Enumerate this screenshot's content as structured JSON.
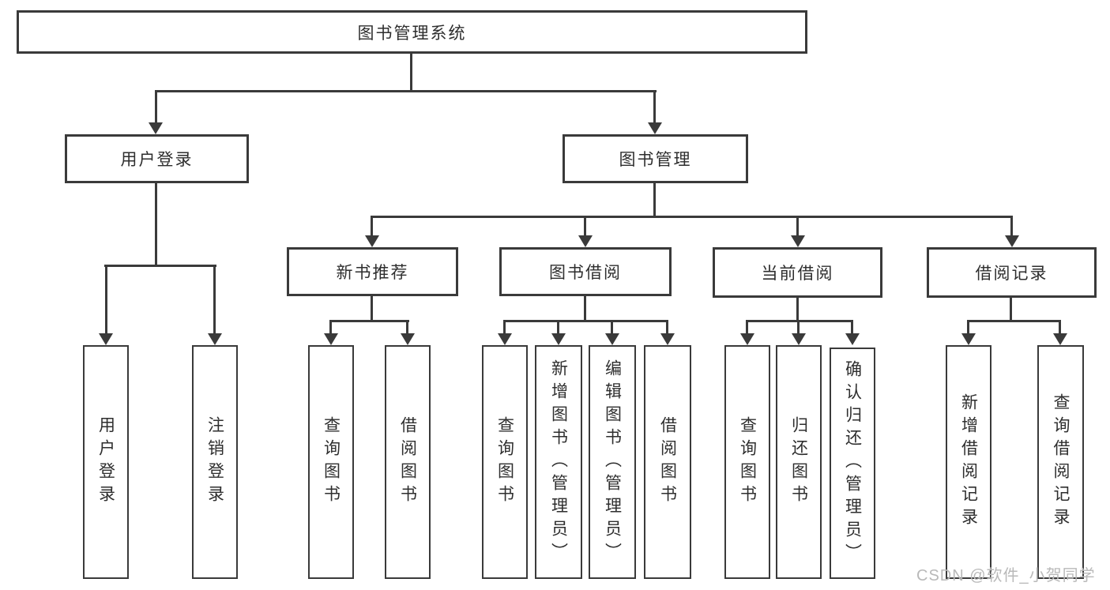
{
  "watermark": "CSDN @软件_小贺同学",
  "colors": {
    "line": "#3a3a3a",
    "text": "#2e2e2e",
    "watermark": "#b9b9b9",
    "background": "#ffffff"
  },
  "tree": {
    "label": "图书管理系统",
    "children": [
      {
        "label": "用户登录",
        "children": [
          {
            "label": "用户登录"
          },
          {
            "label": "注销登录"
          }
        ]
      },
      {
        "label": "图书管理",
        "children": [
          {
            "label": "新书推荐",
            "children": [
              {
                "label": "查询图书"
              },
              {
                "label": "借阅图书"
              }
            ]
          },
          {
            "label": "图书借阅",
            "children": [
              {
                "label": "查询图书"
              },
              {
                "label": "新增图书（管理员）"
              },
              {
                "label": "编辑图书（管理员）"
              },
              {
                "label": "借阅图书"
              }
            ]
          },
          {
            "label": "当前借阅",
            "children": [
              {
                "label": "查询图书"
              },
              {
                "label": "归还图书"
              },
              {
                "label": "确认归还（管理员）"
              }
            ]
          },
          {
            "label": "借阅记录",
            "children": [
              {
                "label": "新增借阅记录"
              },
              {
                "label": "查询借阅记录"
              }
            ]
          }
        ]
      }
    ]
  }
}
